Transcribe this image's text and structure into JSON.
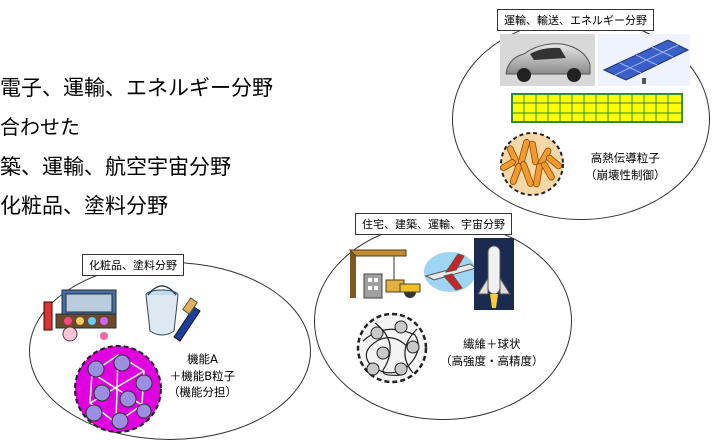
{
  "bullets": {
    "line1": "電子、運輸、エネルギー分野",
    "line2": "合わせた",
    "line3": "築、運輸、航空宇宙分野",
    "line4": "化粧品、塗料分野"
  },
  "energy": {
    "tag": "運輸、輸送、エネルギー分野",
    "caption_line1": "高熱伝導粒子",
    "caption_line2": "（崩壊性制御）"
  },
  "construction": {
    "tag": "住宅、建築、運輸、宇宙分野",
    "caption_line1": "繊維＋球状",
    "caption_line2": "（高強度・高精度）"
  },
  "cosmetics": {
    "tag": "化粧品、塗料分野",
    "caption_line1": "機能A",
    "caption_line2": "＋機能B粒子",
    "caption_line3": "（機能分担）"
  },
  "colors": {
    "grid_fill": "#ffff00",
    "grid_border": "#2e8b2e",
    "rod_fill": "#f29a2e",
    "shell_magenta": "#e000e0",
    "sphere_lavender": "#9a8fe0",
    "panel_blue": "#3a5fc8"
  }
}
